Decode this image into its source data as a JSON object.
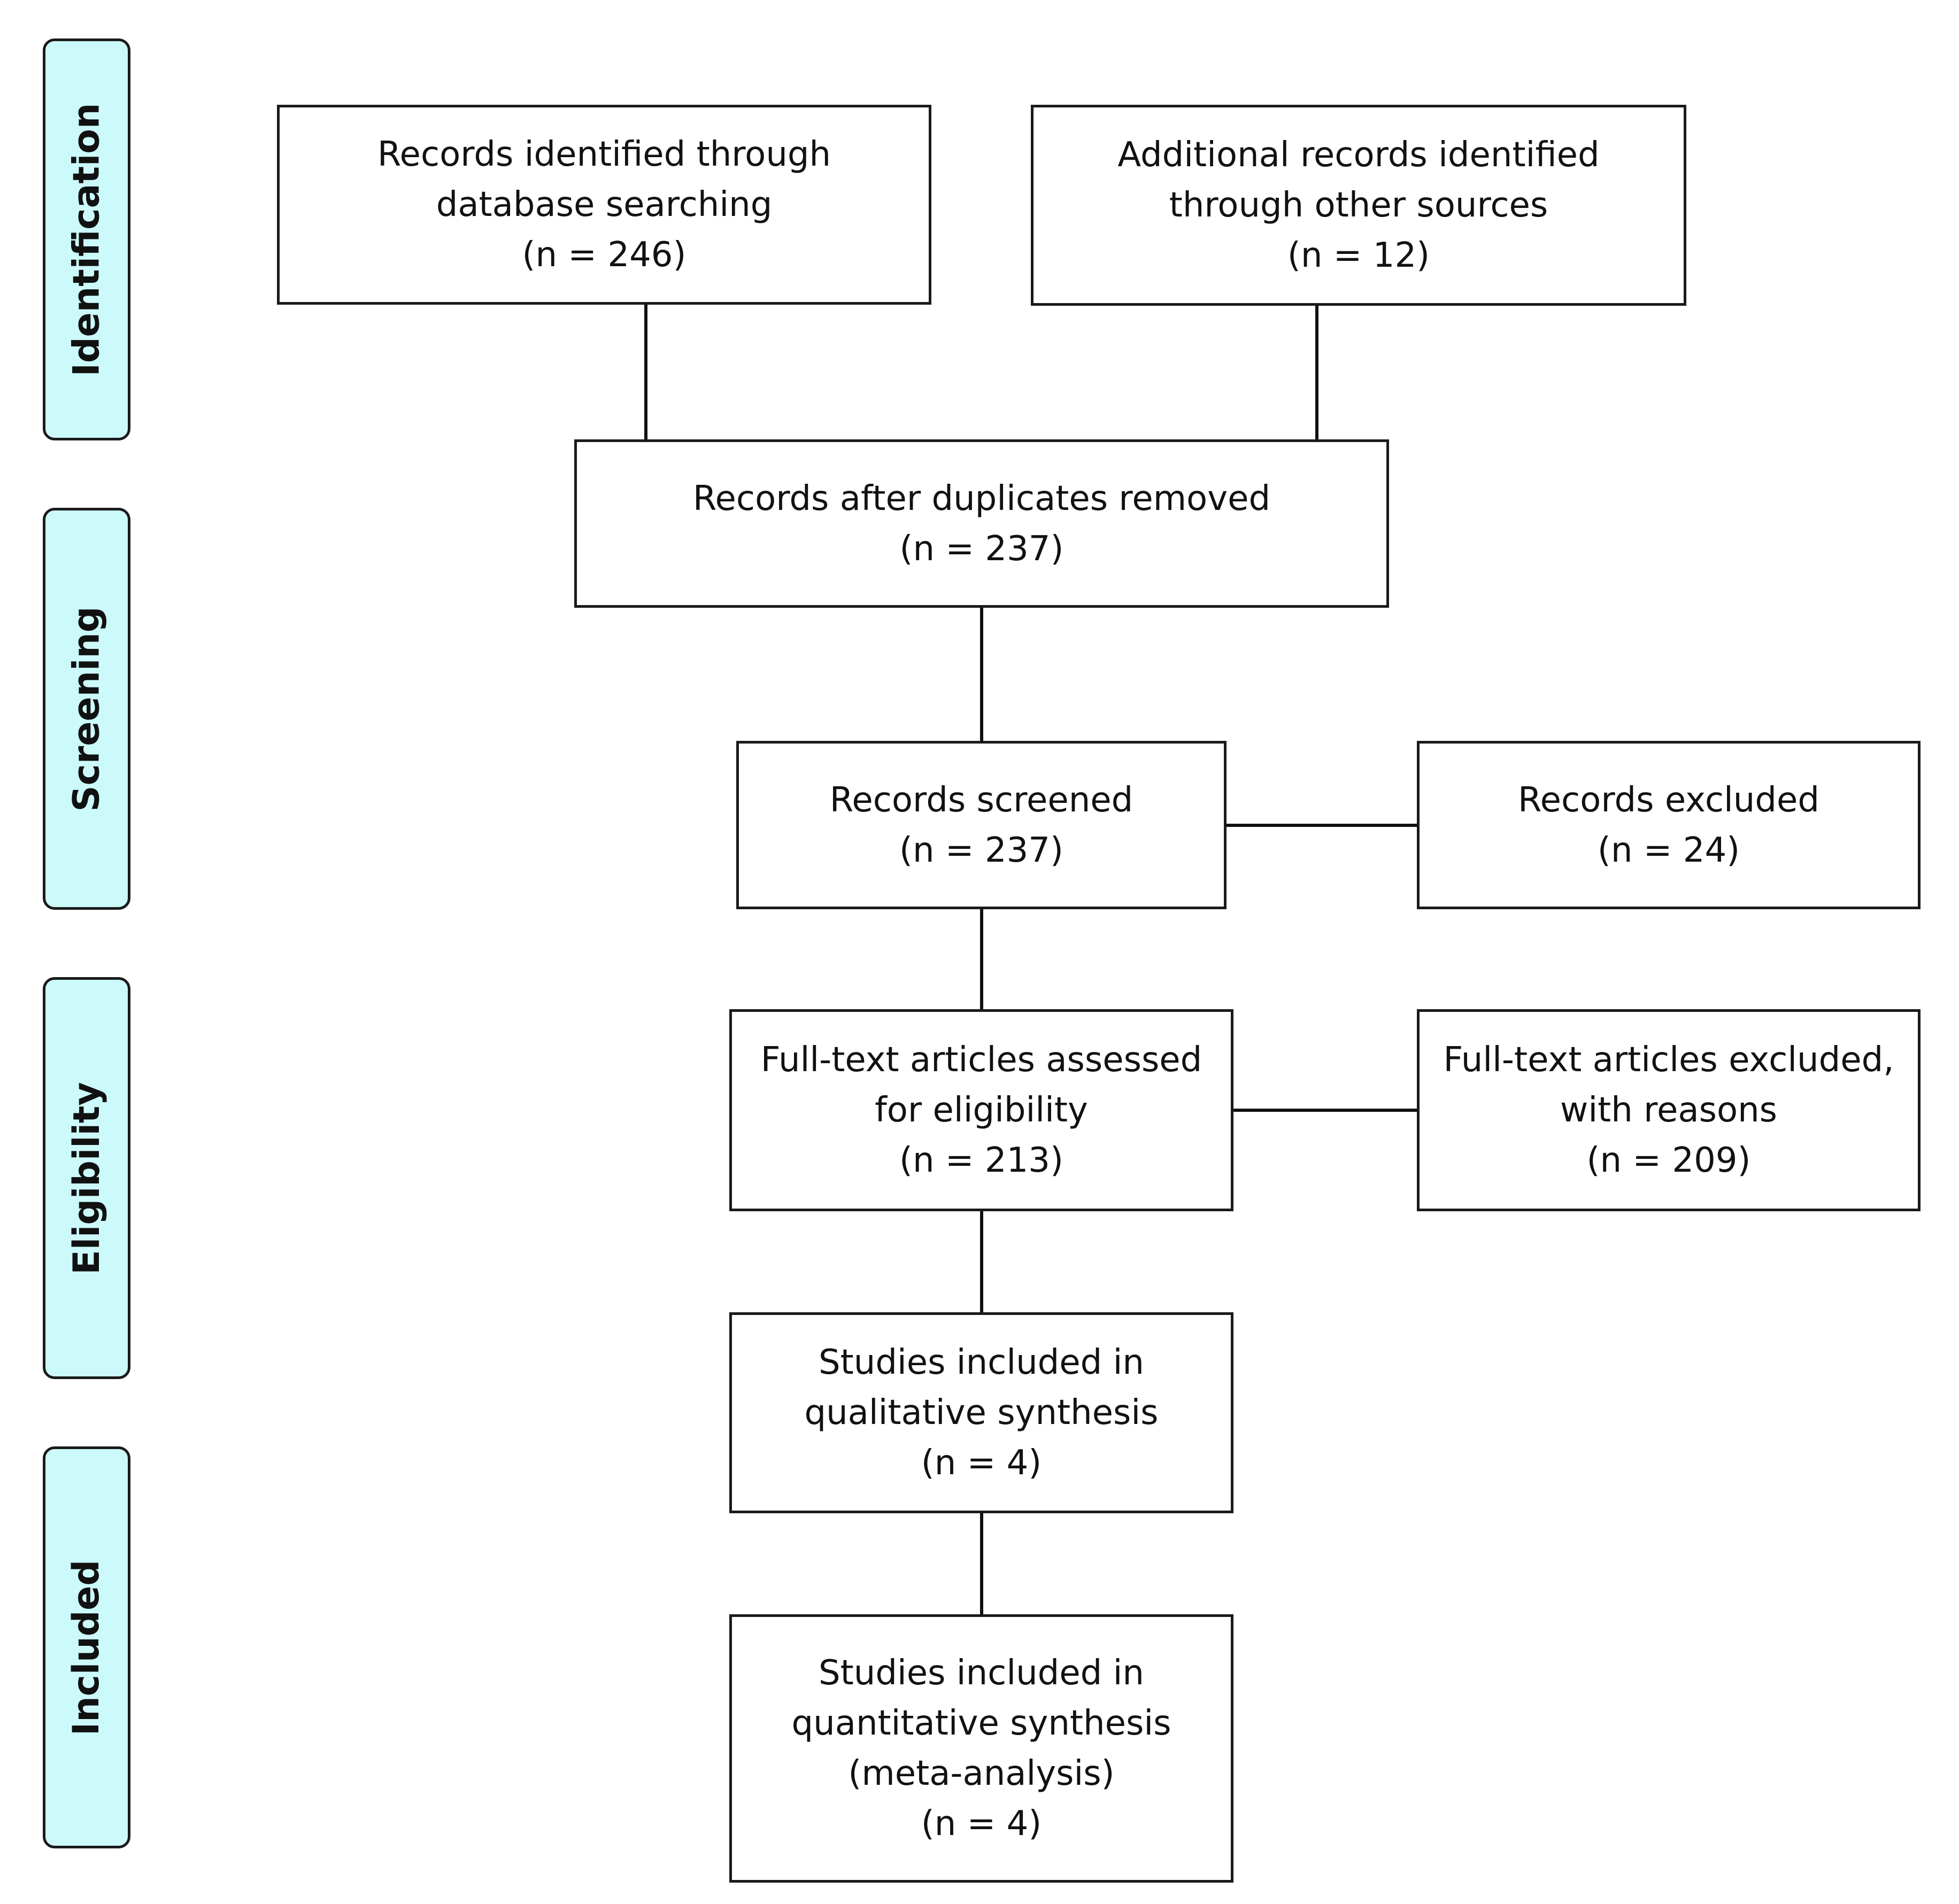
{
  "colors": {
    "stage_fill": "#ccfafa",
    "stroke": "#1a1a1a",
    "box_fill": "#ffffff"
  },
  "stages": [
    {
      "label": "Identification"
    },
    {
      "label": "Screening"
    },
    {
      "label": "Eligibility"
    },
    {
      "label": "Included"
    }
  ],
  "boxes": {
    "database": {
      "lines": [
        "Records identified through",
        "database searching",
        "(n = 246)"
      ]
    },
    "other": {
      "lines": [
        "Additional records identified",
        "through other sources",
        "(n = 12)"
      ]
    },
    "dedup": {
      "lines": [
        "Records after duplicates removed",
        "(n = 237)"
      ]
    },
    "screened": {
      "lines": [
        "Records screened",
        "(n = 237)"
      ]
    },
    "excluded": {
      "lines": [
        "Records excluded",
        "(n = 24)"
      ]
    },
    "fulltext": {
      "lines": [
        "Full-text articles assessed",
        "for eligibility",
        "(n = 213)"
      ]
    },
    "fulltext_excluded": {
      "lines": [
        "Full-text articles excluded,",
        "with reasons",
        "(n = 209)"
      ]
    },
    "qualitative": {
      "lines": [
        "Studies included in",
        "qualitative synthesis",
        "(n = 4)"
      ]
    },
    "quantitative": {
      "lines": [
        "Studies included in",
        "quantitative synthesis",
        "(meta-analysis)",
        "(n = 4)"
      ]
    }
  },
  "counts": {
    "database": 246,
    "other": 12,
    "after_duplicates": 237,
    "screened": 237,
    "excluded": 24,
    "fulltext_assessed": 213,
    "fulltext_excluded": 209,
    "qualitative": 4,
    "quantitative": 4
  }
}
